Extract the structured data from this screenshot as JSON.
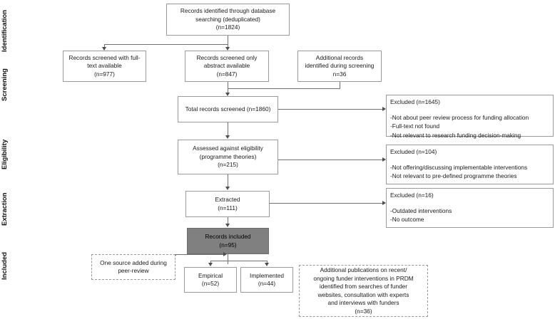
{
  "diagram": {
    "title": "PRISMA-style records flow diagram",
    "stage_labels": [
      {
        "id": "identification",
        "label": "Identification"
      },
      {
        "id": "screening",
        "label": "Screening"
      },
      {
        "id": "eligibility",
        "label": "Eligibility"
      },
      {
        "id": "extraction",
        "label": "Extraction"
      },
      {
        "id": "included",
        "label": "Included"
      }
    ],
    "nodes": {
      "database_search": {
        "line1": "Records identified through database",
        "line2": "searching (deduplicated)",
        "line3": "(n=1824)",
        "n": 1824
      },
      "screened_fulltext": {
        "line1": "Records screened with full-",
        "line2": "text available",
        "line3": "(n=977)",
        "n": 977
      },
      "screened_abstract": {
        "line1": "Records screened only",
        "line2": "abstract available",
        "line3": "(n=847)",
        "n": 847
      },
      "additional_records": {
        "line1": "Additional records",
        "line2": "identified during screening",
        "line3": "n=36",
        "n": 36
      },
      "total_screened": {
        "line1": "Total records screened (n=1860)",
        "n": 1860
      },
      "assessed_eligibility": {
        "line1": "Assessed against eligibility",
        "line2": "(programme theories)",
        "line3": "(n=215)",
        "n": 215
      },
      "extracted": {
        "line1": "Extracted",
        "line2": "(n=111)",
        "n": 111
      },
      "records_included": {
        "line1": "Records included",
        "line2": "(n=95)",
        "n": 95,
        "fill_color": "#808080"
      },
      "peer_review_source": {
        "line1": "One source added during",
        "line2": "peer-review"
      },
      "empirical": {
        "line1": "Empirical",
        "line2": "(n=52)",
        "n": 52
      },
      "implemented": {
        "line1": "Implemented",
        "line2": "(n=44)",
        "n": 44
      },
      "additional_publications": {
        "line1": "Additional publications on recent/",
        "line2": "ongoing funder interventions in PRDM",
        "line3": "identified from searches of funder",
        "line4": "websites, consultation with experts",
        "line5": "and interviews with funders",
        "line6": "(n=36)",
        "n": 36
      }
    },
    "excluded_boxes": [
      {
        "id": "excluded-screening",
        "heading": "Excluded (n=1645)",
        "n": 1645,
        "reasons": [
          "-Not about peer review process for funding allocation",
          "-Full-text not found",
          "-Not relevant to research funding decision-making"
        ]
      },
      {
        "id": "excluded-eligibility",
        "heading": "Excluded (n=104)",
        "n": 104,
        "reasons": [
          "-Not offering/discussing implementable interventions",
          "-Not relevant to pre-defined programme theories"
        ]
      },
      {
        "id": "excluded-extraction",
        "heading": "Excluded (n=16)",
        "n": 16,
        "reasons": [
          "-Outdated interventions",
          "-No outcome"
        ]
      }
    ],
    "colors": {
      "box_border": "#9a9a9a",
      "connector": "#6f6f6f",
      "included_fill": "#808080",
      "text": "#1a1a1a"
    }
  }
}
